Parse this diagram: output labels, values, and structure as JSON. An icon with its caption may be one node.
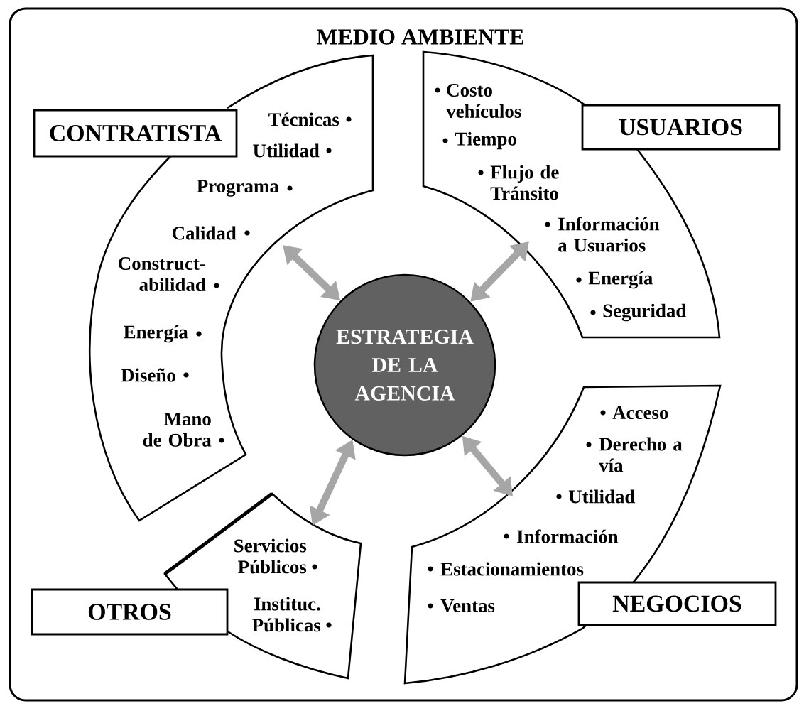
{
  "diagram": {
    "title": "MEDIO AMBIENTE",
    "nodes": [
      {
        "text": [
          "CONTRATISTA"
        ]
      },
      {
        "text": [
          "Técnicas",
          "Utilidad",
          "Programa",
          "Calidad",
          "Construct-abilidad",
          "Energía",
          "Diseño",
          "Mano de Obra"
        ]
      },
      {
        "text": [
          "USUARIOS"
        ]
      },
      {
        "text": [
          "Costo vehículos",
          "Tiempo",
          "Flujo de Tránsito",
          "Información a Usuarios",
          "Energía",
          "Seguridad"
        ]
      },
      {
        "text": [
          "ESTRATEGIA DE LA AGENCIA"
        ]
      },
      {
        "text": [
          "Acceso",
          "Derecho a vía",
          "Utilidad",
          "Información",
          "Estacionamientos",
          "Ventas"
        ]
      },
      {
        "text": [
          "Servicios Públicos",
          "Instituc. Públicas"
        ]
      },
      {
        "text": [
          "OTROS"
        ]
      },
      {
        "text": [
          "NEGOCIOS"
        ]
      }
    ],
    "edges": [
      {
        "from": 4,
        "to": 1,
        "arrow": "both"
      },
      {
        "from": 4,
        "to": 3,
        "arrow": "both"
      },
      {
        "from": 4,
        "to": 6,
        "arrow": "both"
      },
      {
        "from": 4,
        "to": 5,
        "arrow": "both"
      }
    ]
  }
}
